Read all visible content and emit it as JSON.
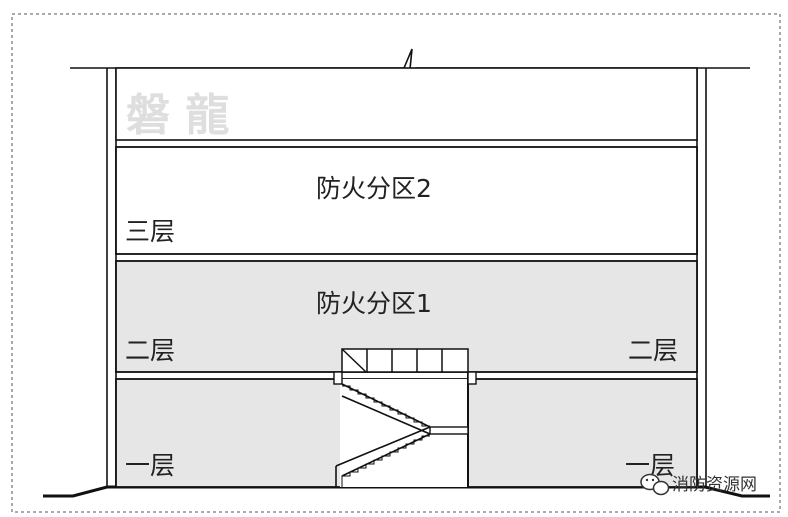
{
  "watermark_text": "磐龍",
  "zones": {
    "upper": "防火分区2",
    "lower": "防火分区1"
  },
  "floors": {
    "third": "三层",
    "second": "二层",
    "first": "一层"
  },
  "brand": {
    "icon": "wechat-icon",
    "text": "消防资源网"
  },
  "colors": {
    "zone1_fill": "#e6e6e6",
    "zone2_fill": "#ffffff",
    "line": "#111111"
  }
}
